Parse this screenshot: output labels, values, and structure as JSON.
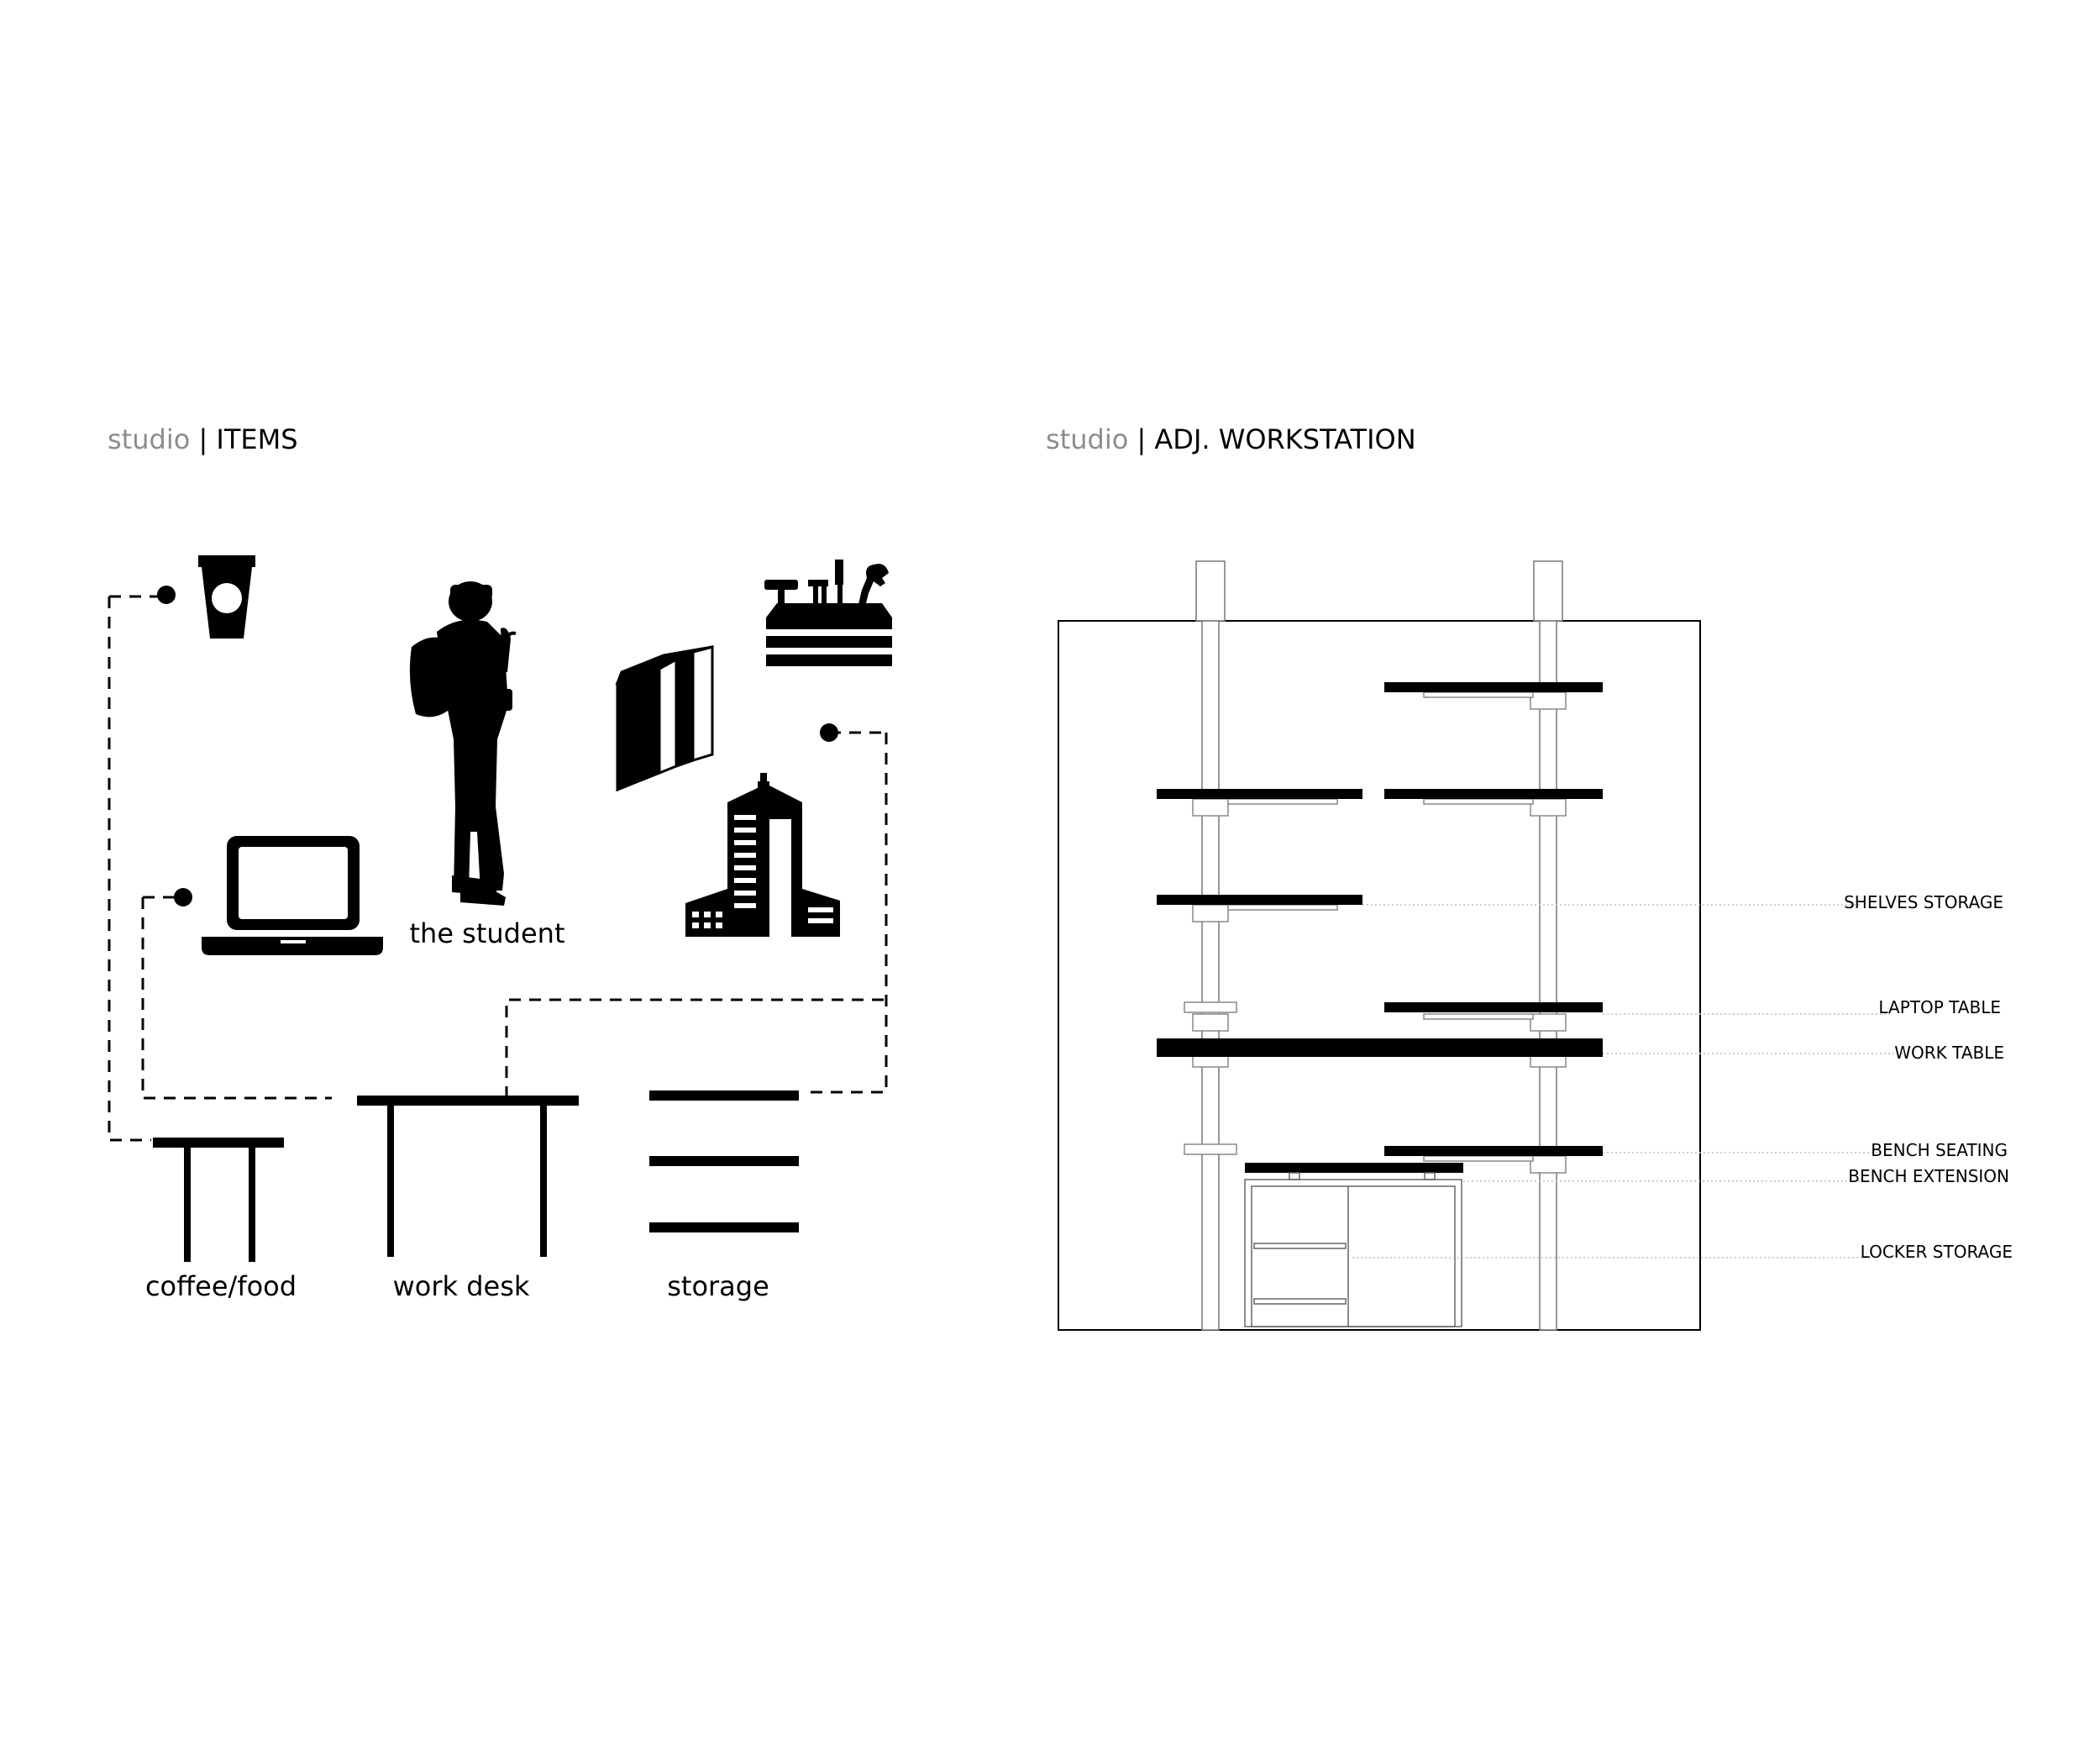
{
  "left_panel": {
    "title_prefix": "studio",
    "title_separator": "|",
    "title_main": "ITEMS",
    "student_label": "the student",
    "furniture": [
      {
        "label": "coffee/food"
      },
      {
        "label": "work desk"
      },
      {
        "label": "storage"
      }
    ],
    "icons": [
      "coffee-cup-icon",
      "student-silhouette-icon",
      "toolbox-icon",
      "books-icon",
      "laptop-icon",
      "building-icon"
    ]
  },
  "right_panel": {
    "title_prefix": "studio",
    "title_separator": "|",
    "title_main": "ADJ. WORKSTATION",
    "callouts": [
      {
        "label": "SHELVES STORAGE"
      },
      {
        "label": "LAPTOP TABLE"
      },
      {
        "label": "WORK TABLE"
      },
      {
        "label": "BENCH SEATING"
      },
      {
        "label": "BENCH EXTENSION"
      },
      {
        "label": "LOCKER STORAGE"
      }
    ]
  },
  "colors": {
    "ink": "#000000",
    "muted": "#8c8c8c",
    "leader": "#bdbdbd",
    "background": "#ffffff"
  }
}
